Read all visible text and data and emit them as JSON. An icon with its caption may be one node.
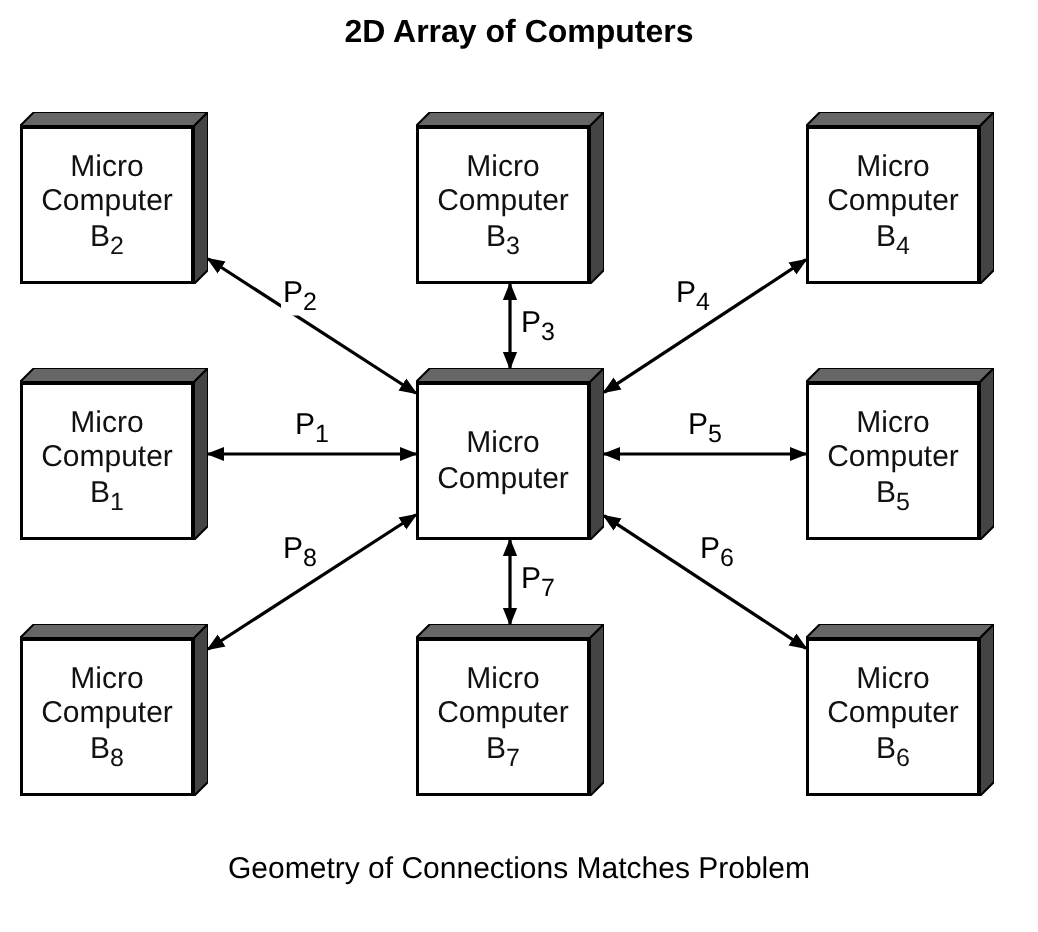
{
  "diagram": {
    "title": "2D Array of Computers",
    "caption": "Geometry of Connections Matches Problem",
    "nodes": [
      {
        "text": [
          "Micro Computer B$_{2}$"
        ]
      },
      {
        "text": [
          "Micro Computer B$_{3}$"
        ]
      },
      {
        "text": [
          "Micro Computer B$_{4}$"
        ]
      },
      {
        "text": [
          "Micro Computer B$_{1}$"
        ]
      },
      {
        "text": [
          "Micro Computer"
        ]
      },
      {
        "text": [
          "Micro Computer B$_{5}$"
        ]
      },
      {
        "text": [
          "Micro Computer B$_{8}$"
        ]
      },
      {
        "text": [
          "Micro Computer B$_{7}$"
        ]
      },
      {
        "text": [
          "Micro Computer B$_{6}$"
        ]
      }
    ],
    "edges": [
      {
        "from": 4,
        "to": 3,
        "arrow": "both",
        "label": "P$_{1}$"
      },
      {
        "from": 4,
        "to": 0,
        "arrow": "both",
        "label": "P$_{2}$"
      },
      {
        "from": 4,
        "to": 1,
        "arrow": "both",
        "label": "P$_{3}$"
      },
      {
        "from": 4,
        "to": 2,
        "arrow": "both",
        "label": "P$_{4}$"
      },
      {
        "from": 4,
        "to": 5,
        "arrow": "both",
        "label": "P$_{5}$"
      },
      {
        "from": 4,
        "to": 8,
        "arrow": "both",
        "label": "P$_{6}$"
      },
      {
        "from": 4,
        "to": 7,
        "arrow": "both",
        "label": "P$_{7}$"
      },
      {
        "from": 4,
        "to": 6,
        "arrow": "both",
        "label": "P$_{8}$"
      }
    ]
  }
}
